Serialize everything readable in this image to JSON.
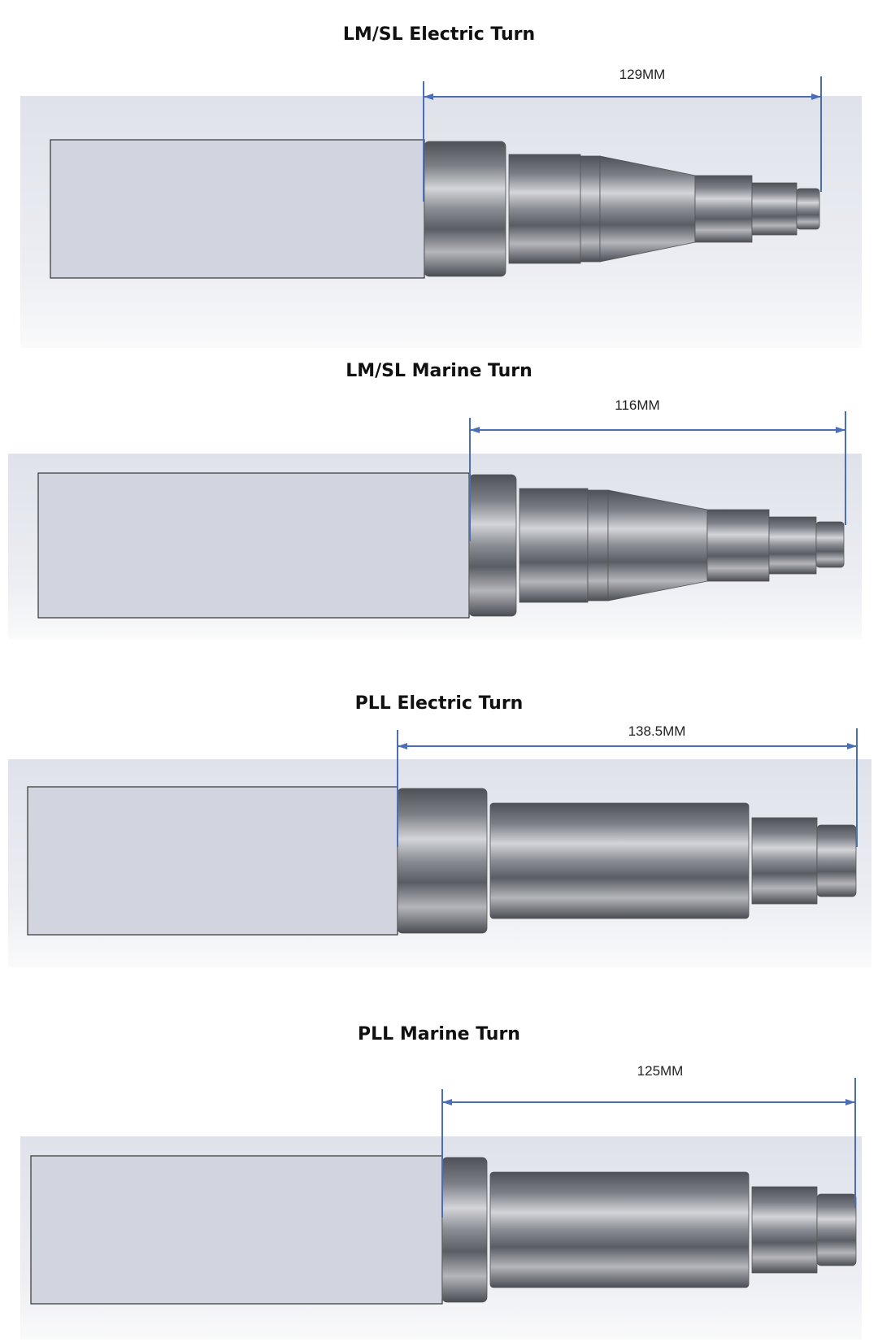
{
  "panels": [
    {
      "title": "LM/SL Electric Turn",
      "dimension": "129MM"
    },
    {
      "title": "LM/SL Marine Turn",
      "dimension": "116MM"
    },
    {
      "title": "PLL Electric Turn",
      "dimension": "138.5MM"
    },
    {
      "title": "PLL Marine Turn",
      "dimension": "125MM"
    }
  ],
  "colors": {
    "stock": "#d2d5df",
    "steel_dark": "#55585f",
    "steel_light": "#c9cbcf",
    "dimension_line": "#4a6fb5",
    "backdrop": "#e6e8ef"
  }
}
